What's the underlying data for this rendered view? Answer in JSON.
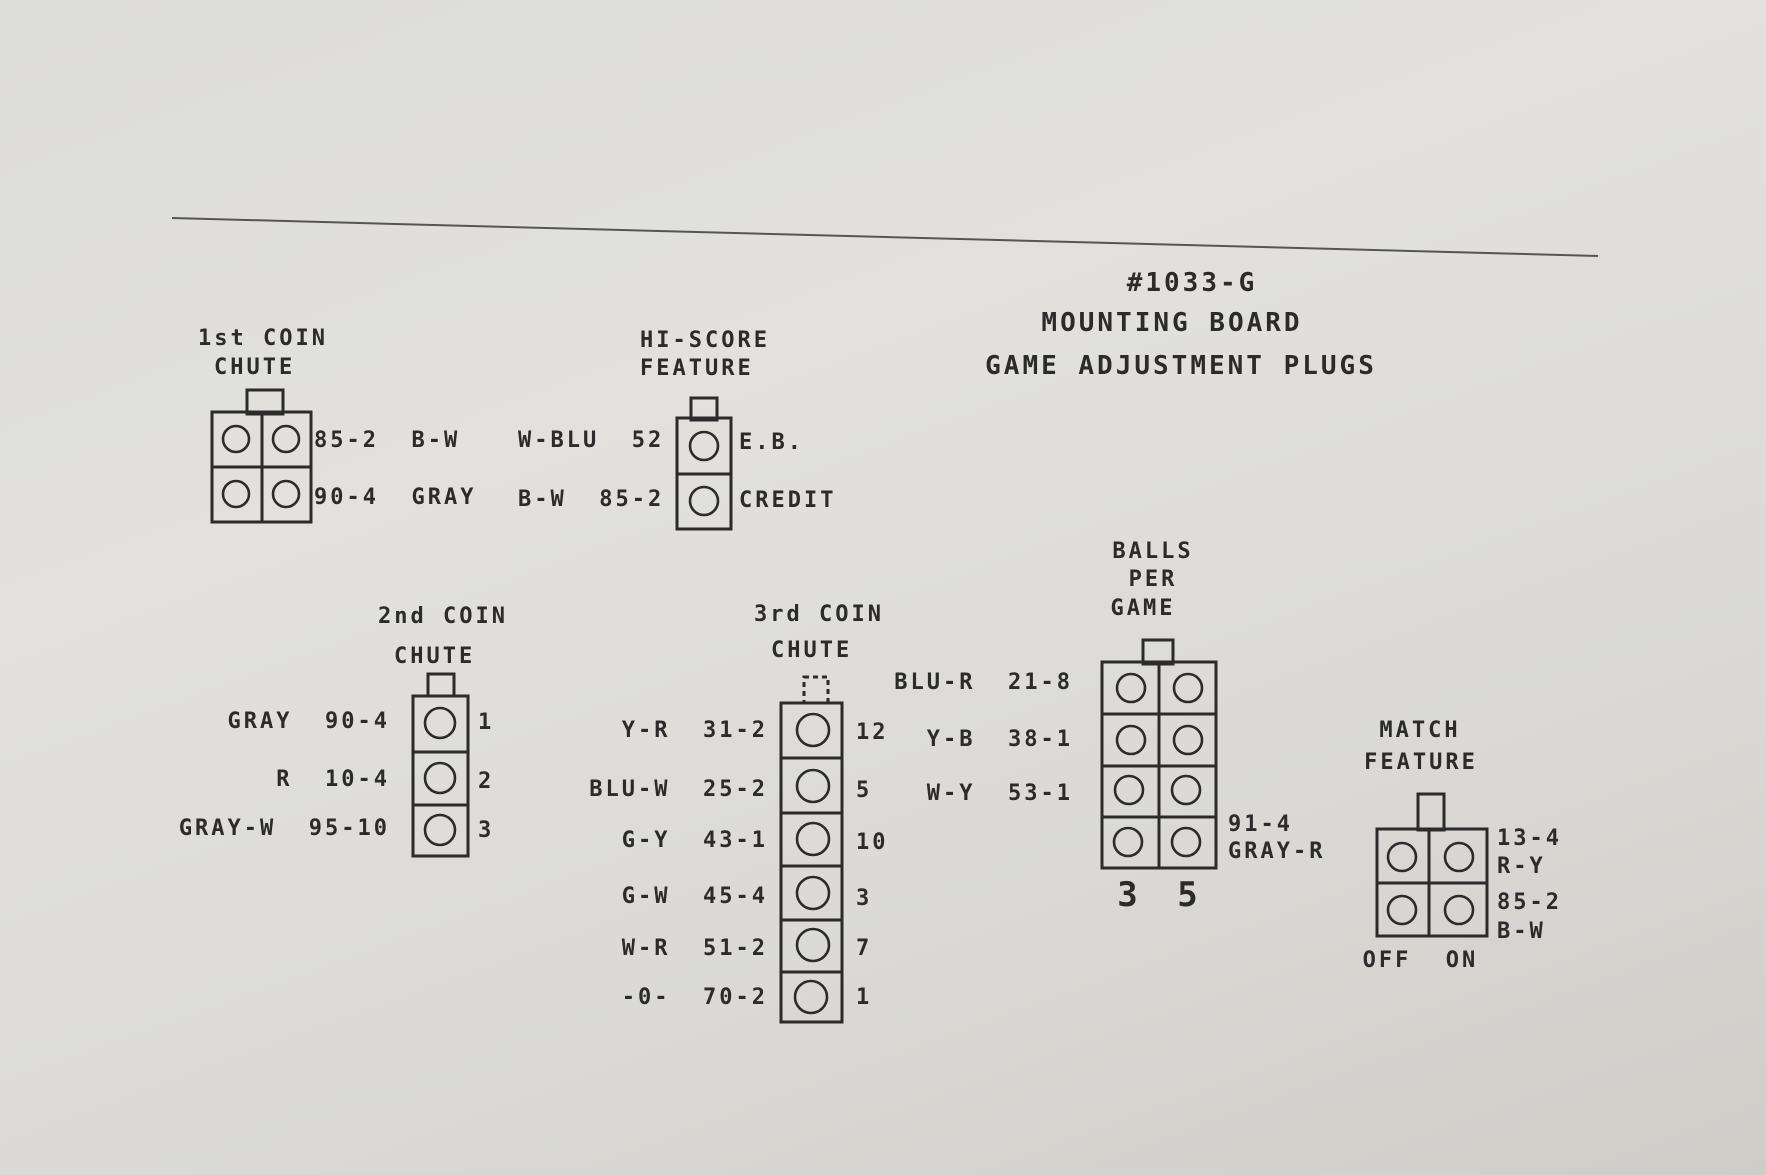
{
  "header": {
    "part_number": "#1033-G",
    "title_line1": "MOUNTING BOARD",
    "title_line2": "GAME ADJUSTMENT PLUGS"
  },
  "plugs": {
    "coin1": {
      "title_line1": "1st COIN",
      "title_line2": "CHUTE",
      "labels": [
        "85-2  B-W",
        "90-4  GRAY"
      ]
    },
    "hiscore": {
      "title_line1": "HI-SCORE",
      "title_line2": "FEATURE",
      "left_labels": [
        "W-BLU  52",
        "B-W  85-2"
      ],
      "right_labels": [
        "E.B.",
        "CREDIT"
      ]
    },
    "coin2": {
      "title_line1": "2nd COIN",
      "title_line2": "CHUTE",
      "left_labels": [
        "GRAY  90-4",
        "R  10-4",
        "GRAY-W  95-10"
      ],
      "right_labels": [
        "1",
        "2",
        "3"
      ]
    },
    "coin3": {
      "title_line1": "3rd COIN",
      "title_line2": "CHUTE",
      "left_labels": [
        "Y-R  31-2",
        "BLU-W  25-2",
        "G-Y  43-1",
        "G-W  45-4",
        "W-R  51-2",
        "-0-  70-2"
      ],
      "right_labels": [
        "12",
        "5",
        "10",
        "3",
        "7",
        "1"
      ]
    },
    "balls": {
      "title_line1": "BALLS",
      "title_line2": "PER",
      "title_line3": "GAME",
      "left_labels": [
        "BLU-R  21-8",
        "Y-B  38-1",
        "W-Y  53-1"
      ],
      "right_label_line1": "91-4",
      "right_label_line2": "GRAY-R",
      "bottom_labels": [
        "3",
        "5"
      ]
    },
    "match": {
      "title_line1": "MATCH",
      "title_line2": "FEATURE",
      "right_labels": [
        "13-4",
        "R-Y",
        "85-2",
        "B-W"
      ],
      "bottom_labels": [
        "OFF",
        "ON"
      ]
    }
  },
  "colors": {
    "paper": "#dedddb",
    "ink": "#2b2b2b"
  }
}
